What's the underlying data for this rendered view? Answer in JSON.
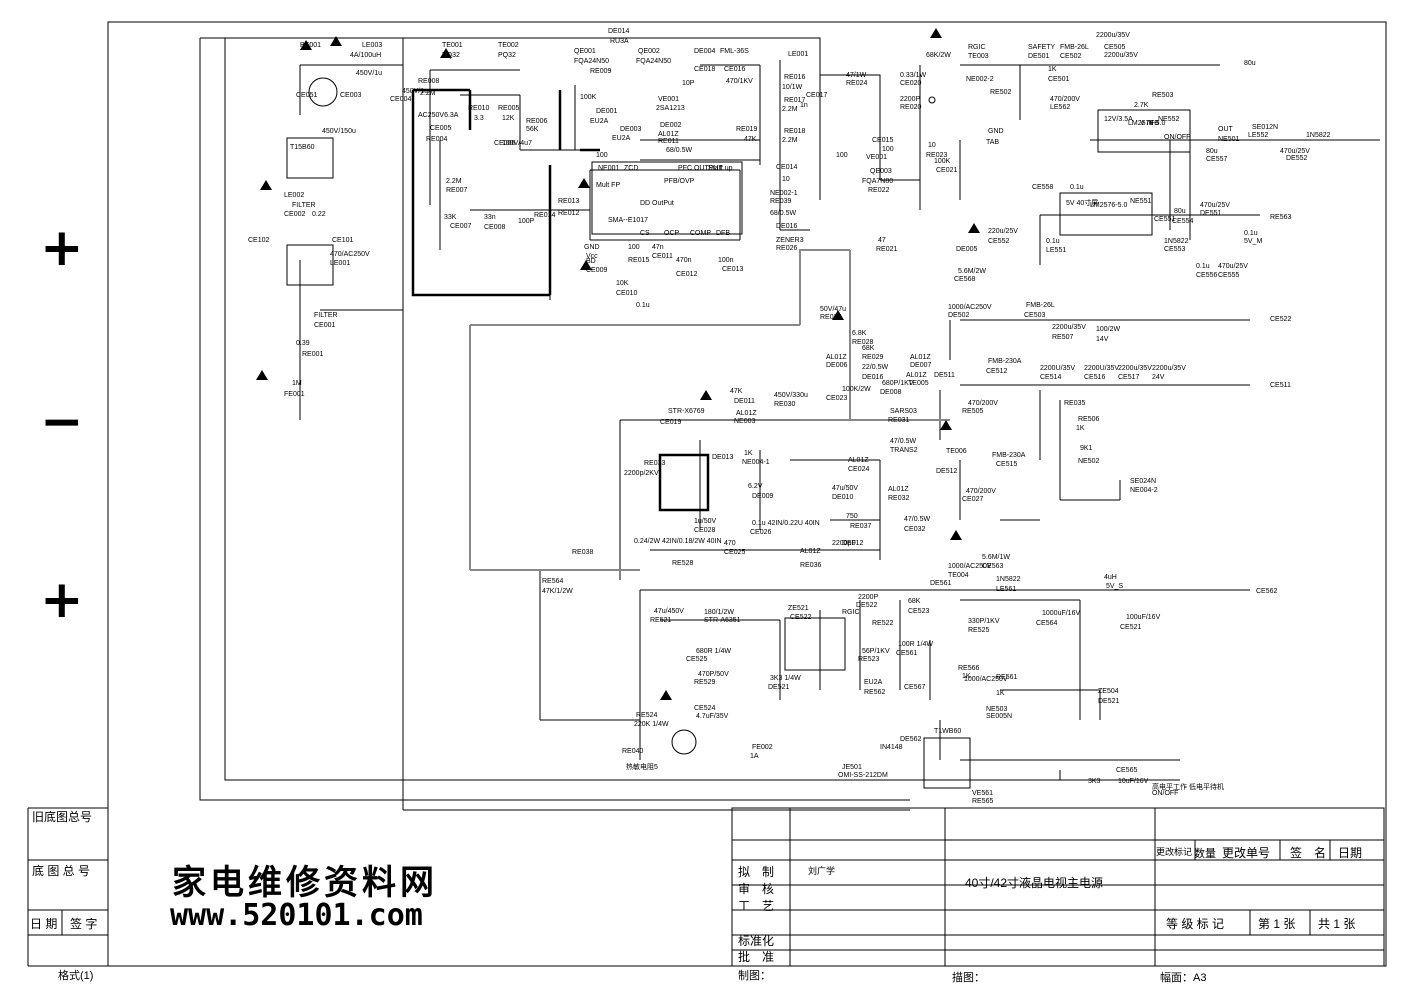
{
  "diagram": {
    "margin_symbols": [
      "+",
      "−",
      "+"
    ],
    "components": [
      "BE001",
      "LE003",
      "4A/100uH",
      "TE001",
      "PQ32",
      "TE002",
      "PQ32",
      "DE014",
      "RU3A",
      "QE001",
      "FQA24N50",
      "QE002",
      "FQA24N50",
      "DE004",
      "FML-36S",
      "LE001",
      "CE003",
      "450V/1u",
      "CE004",
      "450V/1u",
      "RE008",
      "2.2M",
      "RE009",
      "100K",
      "RE010",
      "3.3",
      "RE005",
      "12K",
      "RE006",
      "56K",
      "DE001",
      "EU2A",
      "VE001",
      "2SA1213",
      "DE002",
      "AL01Z",
      "DE003",
      "EU2A",
      "RE011",
      "68/0.5W",
      "CE018",
      "10P",
      "CE016",
      "470/1KV",
      "RE016",
      "10/1W",
      "RE017",
      "2.2M",
      "RE018",
      "2.2M",
      "RE019",
      "47K",
      "CE017",
      "1n",
      "CE051",
      "450V/150u",
      "T15B60",
      "LE002",
      "FILTER",
      "CE002",
      "0.22",
      "CE102",
      "CE101",
      "470/AC250V",
      "LE001",
      "FILTER",
      "CE001",
      "0.39",
      "RE001",
      "1M",
      "FE001",
      "AC250V6.3A",
      "CE005",
      "RE004",
      "2.2M",
      "RE007",
      "33K",
      "CE007",
      "33n",
      "CE008",
      "100V/4u7",
      "CE006",
      "100P",
      "RE014",
      "RE013",
      "RE012",
      "100",
      "NE001",
      "ZCD",
      "PFC OUTPUT",
      "Start up",
      "PFB/OVP",
      "Mult FP",
      "DD OutPut",
      "SMA--E1017",
      "CS",
      "OCP",
      "COMP",
      "DFB",
      "GND",
      "Vcc",
      "BD",
      "CE009",
      "100",
      "RE015",
      "10K",
      "CE010",
      "47n",
      "CE011",
      "470n",
      "CE012",
      "100n",
      "CE013",
      "0.1u",
      "CE014",
      "10",
      "NE002-1",
      "RE039",
      "68/0.5W",
      "DE016",
      "ZENER3",
      "RE026",
      "100",
      "CE015",
      "100",
      "VE001",
      "QE003",
      "FQA7N80",
      "RE022",
      "10",
      "RE023",
      "100K",
      "CE021",
      "47",
      "RE021",
      "47/1W",
      "RE024",
      "0.33/1W",
      "CE020",
      "2200P",
      "RE020",
      "68K/2W",
      "DE005",
      "RGIC",
      "TE003",
      "SAFETY",
      "DE501",
      "FMB-26L",
      "CE502",
      "2200u/35V",
      "CE505",
      "2200u/35V",
      "NE002-2",
      "RE502",
      "1K",
      "CE501",
      "470/200V",
      "LE562",
      "80u",
      "RE503",
      "2.7K",
      "12V/3.5A",
      "NE552",
      "LM2576-5.0",
      "V IN",
      "FB",
      "ON/OFF",
      "GND",
      "TAB",
      "OUT",
      "NE501",
      "SE012N",
      "LE552",
      "80u",
      "CE557",
      "470u/25V",
      "DE552",
      "1N5822",
      "CE558",
      "0.1u",
      "5V 40寸屏",
      "NE551",
      "LM2576-5.0",
      "CE551",
      "220u/25V",
      "CE552",
      "0.1u",
      "LE551",
      "80u",
      "CE554",
      "470u/25V",
      "DE551",
      "1N5822",
      "CE553",
      "0.1u",
      "CE556",
      "470u/25V",
      "CE555",
      "0.1u",
      "5V_M",
      "RE563",
      "5.6M/2W",
      "CE568",
      "1000/AC250V",
      "DE502",
      "FMB-26L",
      "CE503",
      "2200u/35V",
      "RE507",
      "100/2W",
      "14V",
      "CE522",
      "50V/47u",
      "RE027",
      "6.8K",
      "RE028",
      "68K",
      "RE029",
      "22/0.5W",
      "DE016",
      "AL01Z",
      "DE006",
      "AL01Z",
      "DE007",
      "AL01Z",
      "TE005",
      "DE511",
      "FMB-230A",
      "CE512",
      "2200U/35V",
      "CE514",
      "2200U/35V",
      "CE516",
      "2200u/35V",
      "CE517",
      "2200u/35V",
      "24V",
      "CE511",
      "470/200V",
      "RE505",
      "1K",
      "RE506",
      "9K1",
      "NE502",
      "SE024N",
      "NE004-2",
      "RE035",
      "47K",
      "DE011",
      "AL01Z",
      "NE003",
      "STR-X6769",
      "CE019",
      "450V/330u",
      "RE030",
      "100K/2W",
      "CE023",
      "680P/1KV",
      "DE008",
      "SARS03",
      "RE031",
      "47/0.5W",
      "TRANS2",
      "TE006",
      "DE512",
      "FMB-230A",
      "CE515",
      "470/200V",
      "CE027",
      "2200p/2KV",
      "RE033",
      "1K",
      "NE004-1",
      "DE013",
      "6.2V",
      "DE009",
      "AL01Z",
      "CE024",
      "47u/50V",
      "DE010",
      "AL01Z",
      "RE032",
      "750",
      "RE037",
      "47/0.5W",
      "CE032",
      "1u/50V",
      "CE028",
      "0.1u 42IN/0.22U 40IN",
      "CE026",
      "470",
      "CE025",
      "2200pF",
      "DE012",
      "AL01Z",
      "RE036",
      "0.24/2W 42IN/0.18/2W 40IN",
      "RE038",
      "RE528",
      "47K/1/2W",
      "RE564",
      "5.6M/1W",
      "CE563",
      "1000/AC250V",
      "TE004",
      "DE561",
      "1N5822",
      "LE561",
      "4uH",
      "5V_S",
      "CE562",
      "1000uF/16V",
      "CE564",
      "100uF/16V",
      "CE521",
      "47u/450V",
      "RE521",
      "180/1/2W",
      "STR-A6351",
      "ZE521",
      "CE522",
      "2200P",
      "DE522",
      "RGIC",
      "RE522",
      "68K",
      "CE523",
      "56P/1KV",
      "RE523",
      "100R 1/4W",
      "CE561",
      "330P/1KV",
      "RE525",
      "680R 1/4W",
      "CE525",
      "470P/50V",
      "RE529",
      "3K3 1/4W",
      "DE521",
      "EU2A",
      "RE562",
      "CE567",
      "1000/AC250V",
      "RE566",
      "1K",
      "RE561",
      "1K",
      "NE503",
      "SE005N",
      "ZE504",
      "DE521",
      "T1WB60",
      "RE524",
      "220K 1/4W",
      "CE524",
      "4.7uF/35V",
      "FE002",
      "1A",
      "RE040",
      "热敏电阻5",
      "JE501",
      "OMI-SS-212DM",
      "DE562",
      "IN4148",
      "VE561",
      "RE565",
      "3K3",
      "CE565",
      "10uF/16V",
      "高电平工作 低电平待机",
      "ON/OFF"
    ]
  },
  "title_block": {
    "left_labels": [
      "旧底图总号",
      "底 图 总 号",
      "日 期",
      "签 字",
      "格式(1)"
    ],
    "watermark_cn": "家电维修资料网",
    "watermark_url": "www.520101.com",
    "rows": [
      "拟　制",
      "审　核",
      "工　艺",
      "标准化",
      "批　准"
    ],
    "drafter": "刘广学",
    "title": "40寸/42寸液晶电视主电源",
    "headers": [
      "更改标记",
      "数量",
      "更改单号",
      "签　名",
      "日期"
    ],
    "grade": "等 级 标 记",
    "sheet": "第 1 张",
    "total": "共 1 张",
    "draw_label": "制图：",
    "trace_label": "描图：",
    "size_label": "幅面：A3"
  }
}
